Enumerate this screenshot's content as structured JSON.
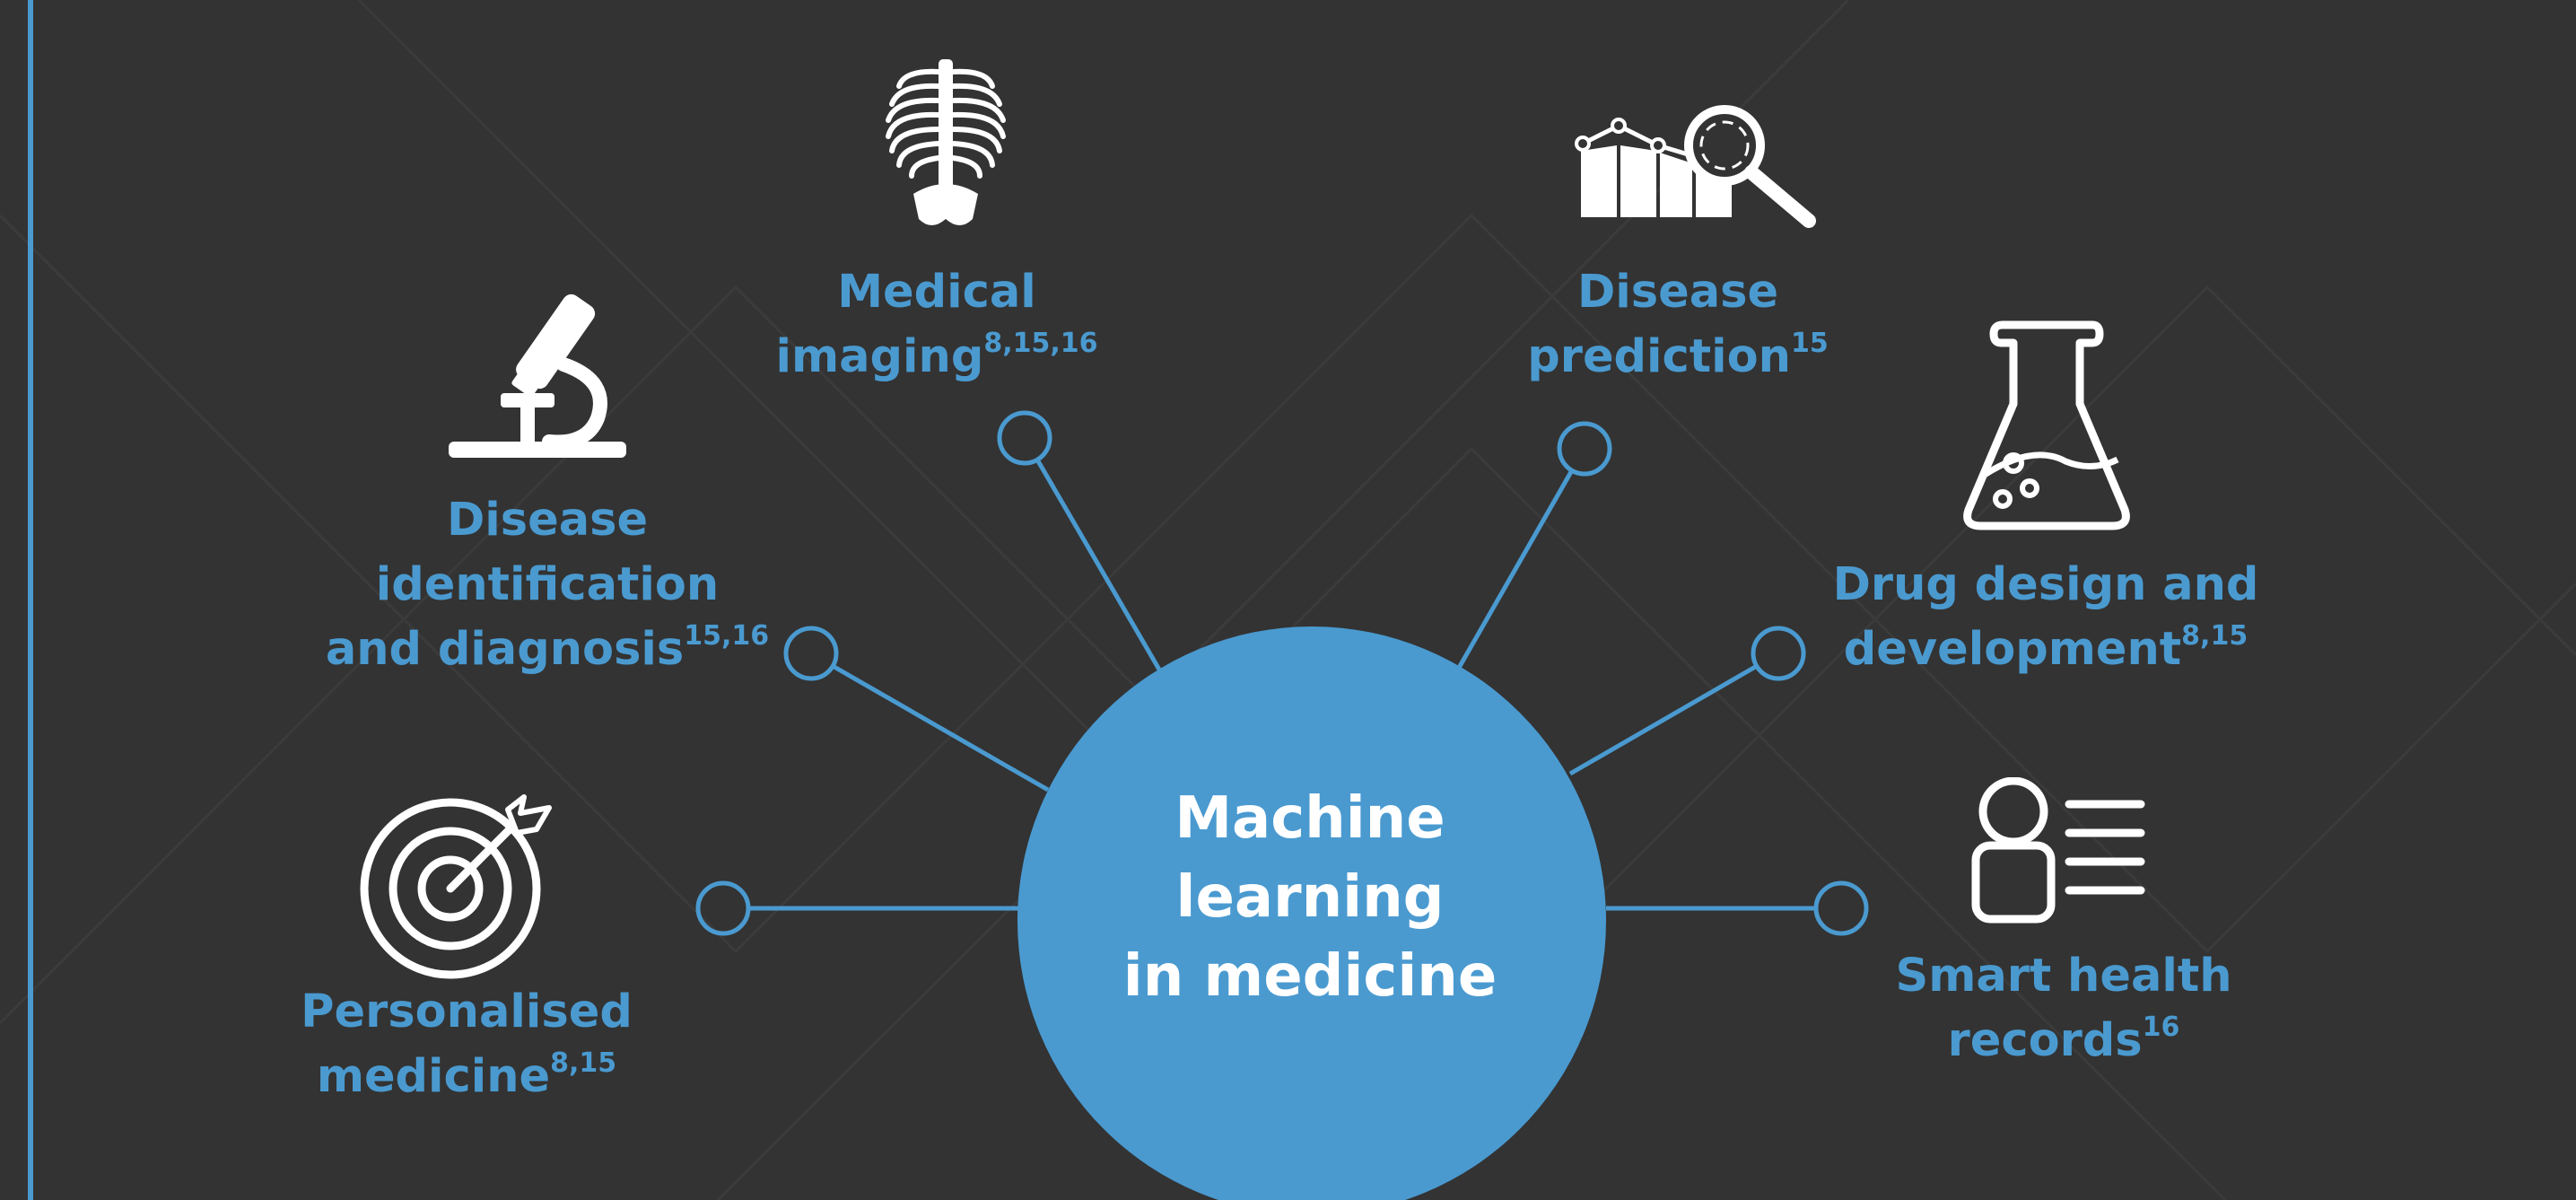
{
  "diagram": {
    "center": {
      "lines": [
        "Machine",
        "learning",
        "in medicine"
      ]
    },
    "nodes": [
      {
        "id": "personalised-medicine",
        "icon": "target-icon",
        "lines": [
          "Personalised",
          "medicine"
        ],
        "refs": "8,15"
      },
      {
        "id": "disease-identification",
        "icon": "microscope-icon",
        "lines": [
          "Disease",
          "identification",
          "and diagnosis"
        ],
        "refs": "15,16"
      },
      {
        "id": "medical-imaging",
        "icon": "skeleton-icon",
        "lines": [
          "Medical",
          "imaging"
        ],
        "refs": "8,15,16"
      },
      {
        "id": "disease-prediction",
        "icon": "chart-magnifier-icon",
        "lines": [
          "Disease",
          "prediction"
        ],
        "refs": "15"
      },
      {
        "id": "drug-design",
        "icon": "flask-icon",
        "lines": [
          "Drug design and",
          "development"
        ],
        "refs": "8,15"
      },
      {
        "id": "smart-health-records",
        "icon": "health-record-icon",
        "lines": [
          "Smart health",
          "records"
        ],
        "refs": "16"
      }
    ]
  },
  "colors": {
    "background": "#333333",
    "accent": "#4a9ad0",
    "icon": "#ffffff",
    "center_text": "#ffffff"
  }
}
